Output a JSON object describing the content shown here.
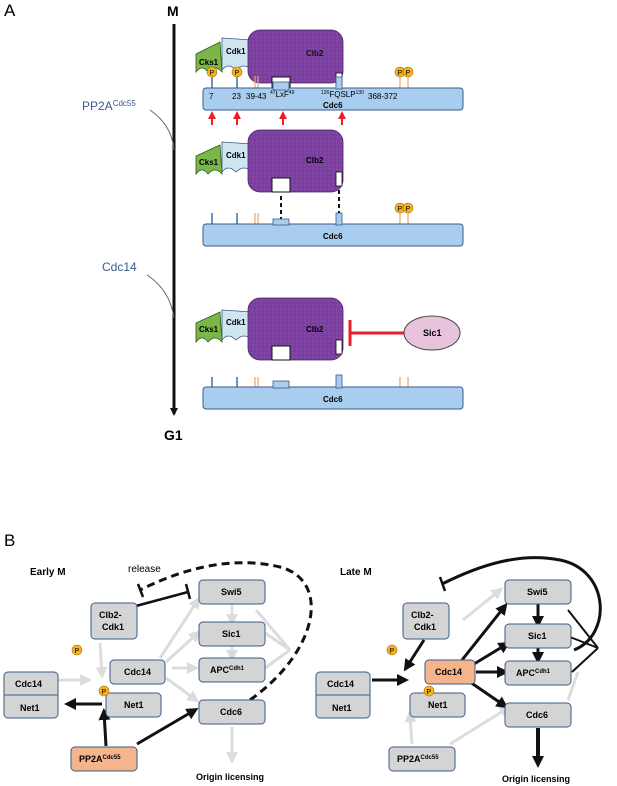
{
  "panel_a": {
    "label": "A",
    "time_start": "M",
    "time_end": "G1",
    "phosphatase_1": "PP2A",
    "phosphatase_1_sup": "Cdc55",
    "phosphatase_2": "Cdc14",
    "cks1": "Cks1",
    "cdk1": "Cdk1",
    "clb2": "Clb2",
    "cdc6": "Cdc6",
    "sic1": "Sic1",
    "phospho": "P",
    "site_7": "7",
    "site_23": "23",
    "site_39_43": "39-43",
    "lxf_pre": "47",
    "lxf_main": "LxF",
    "lxf_post": "49",
    "fqslp_pre": "126",
    "fqslp_main": "FQSLP",
    "fqslp_post": "130",
    "site_368_372": "368-372"
  },
  "panel_b": {
    "label": "B",
    "early": {
      "title": "Early M",
      "release": "release",
      "clb2_cdk1": [
        "Clb2-",
        "Cdk1"
      ],
      "swi5": "Swi5",
      "sic1": "Sic1",
      "cdc14": "Cdc14",
      "apc": "APC",
      "apc_sup": "Cdh1",
      "cdc6": "Cdc6",
      "cdc14_complex": "Cdc14",
      "net1_complex": "Net1",
      "net1": "Net1",
      "pp2a": "PP2A",
      "pp2a_sup": "Cdc55",
      "origin": "Origin licensing",
      "phospho": "P"
    },
    "late": {
      "title": "Late M",
      "clb2_cdk1": [
        "Clb2-",
        "Cdk1"
      ],
      "swi5": "Swi5",
      "sic1": "Sic1",
      "cdc14": "Cdc14",
      "apc": "APC",
      "apc_sup": "Cdh1",
      "cdc6": "Cdc6",
      "cdc14_complex": "Cdc14",
      "net1_complex": "Net1",
      "net1": "Net1",
      "pp2a": "PP2A",
      "pp2a_sup": "Cdc55",
      "origin": "Origin licensing",
      "phospho": "P"
    }
  },
  "colors": {
    "cdc6": "#a9cdee",
    "clb2": "#7b3fa0",
    "cks1": "#7ab648",
    "cdk1": "#cfe6f0",
    "sic1": "#e8c3dc",
    "phospho": "#f5b21e",
    "red_arrow": "#e8202a",
    "node_grey": "#d4d4d4",
    "node_orange": "#f6b48c",
    "node_border": "#3a5a8c"
  }
}
